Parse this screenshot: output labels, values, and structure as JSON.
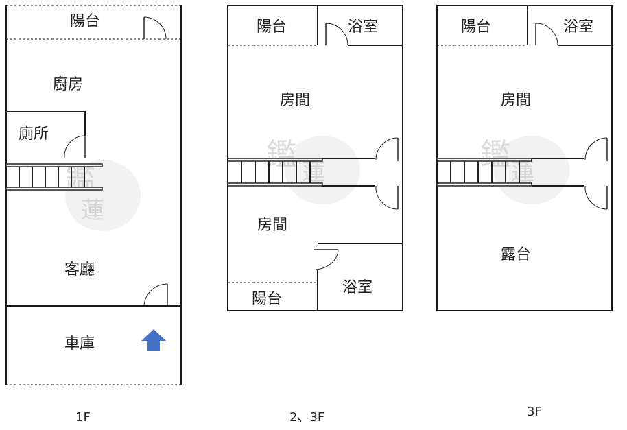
{
  "watermark": {
    "chars": [
      "鑑",
      "蓮"
    ]
  },
  "floors": [
    {
      "id": "1f",
      "label": "1F",
      "rooms": {
        "balcony": "陽台",
        "kitchen": "廚房",
        "toilet": "廁所",
        "living": "客廳",
        "garage": "車庫"
      },
      "entrance_color": "#4472C4"
    },
    {
      "id": "2-3f",
      "label": "2、3F",
      "rooms": {
        "balcony_top": "陽台",
        "bath_top": "浴室",
        "room_upper": "房間",
        "room_lower": "房間",
        "bath_bottom": "浴室",
        "balcony_bottom": "陽台"
      }
    },
    {
      "id": "3f",
      "label": "3F",
      "rooms": {
        "balcony_top": "陽台",
        "bath_top": "浴室",
        "room_upper": "房間",
        "terrace": "露台"
      }
    }
  ]
}
